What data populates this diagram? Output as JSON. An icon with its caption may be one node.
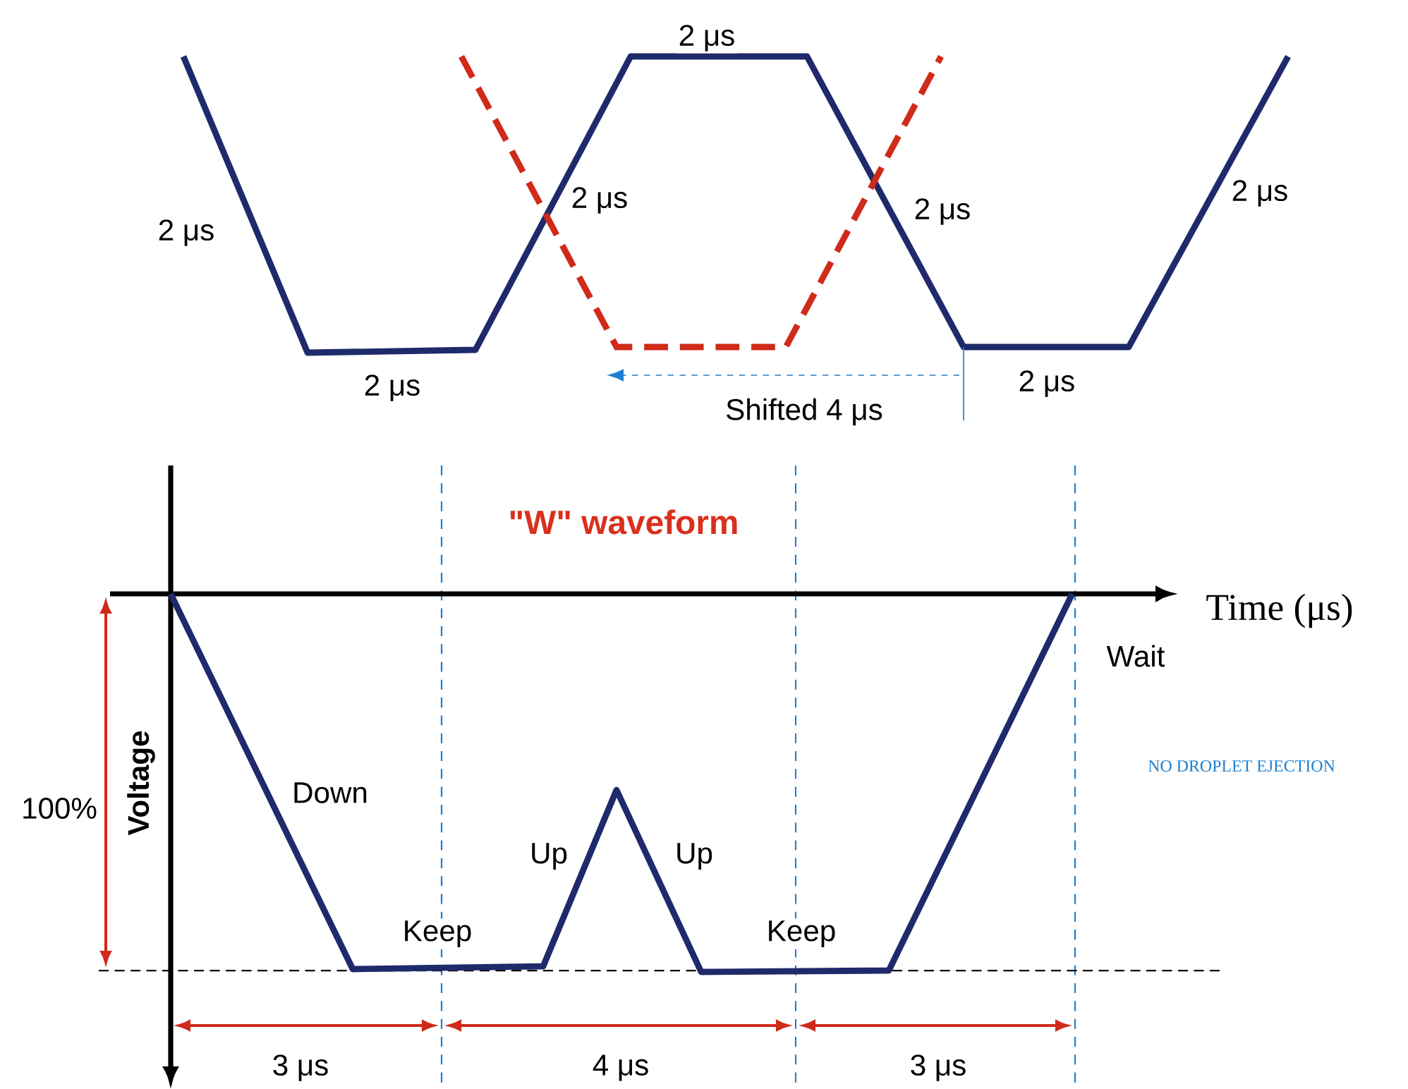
{
  "diagram": {
    "labels": [
      "2 μs",
      "2 μs",
      "2 μs",
      "2 μs",
      "2 μs",
      "2 μs",
      "2 μs",
      "Shifted 4 μs",
      "\"W\" waveform",
      "Time (μs)",
      "Wait",
      "NO DROPLET EJECTION",
      "Down",
      "100%",
      "Voltage",
      "Up",
      "Up",
      "Keep",
      "Keep",
      "3 μs",
      "4 μs",
      "3 μs"
    ]
  }
}
